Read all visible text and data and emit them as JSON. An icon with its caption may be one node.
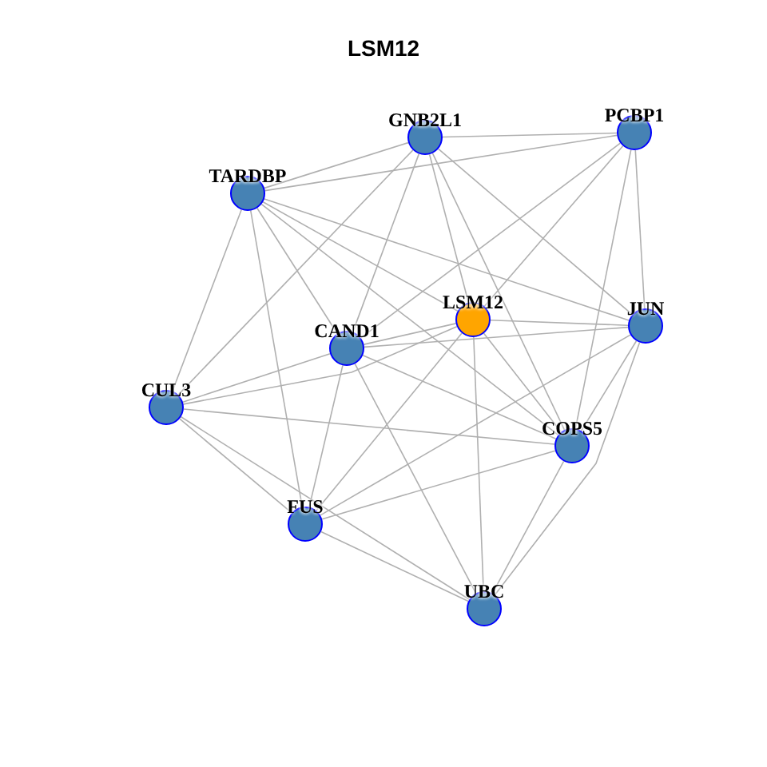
{
  "diagram": {
    "title": "LSM12",
    "nodes": [
      {
        "text": [
          "LSM12"
        ]
      },
      {
        "text": [
          "GNB2L1"
        ]
      },
      {
        "text": [
          "PCBP1"
        ]
      },
      {
        "text": [
          "TARDBP"
        ]
      },
      {
        "text": [
          "JUN"
        ]
      },
      {
        "text": [
          "CAND1"
        ]
      },
      {
        "text": [
          "CUL3"
        ]
      },
      {
        "text": [
          "COPS5"
        ]
      },
      {
        "text": [
          "FUS"
        ]
      },
      {
        "text": [
          "UBC"
        ]
      }
    ],
    "edges": [
      {
        "from": 0,
        "to": 1,
        "arrow": "none"
      },
      {
        "from": 0,
        "to": 2,
        "arrow": "none"
      },
      {
        "from": 0,
        "to": 3,
        "arrow": "none"
      },
      {
        "from": 0,
        "to": 4,
        "arrow": "none"
      },
      {
        "from": 0,
        "to": 5,
        "arrow": "none"
      },
      {
        "from": 0,
        "to": 6,
        "arrow": "none"
      },
      {
        "from": 0,
        "to": 7,
        "arrow": "none"
      },
      {
        "from": 0,
        "to": 8,
        "arrow": "none"
      },
      {
        "from": 0,
        "to": 9,
        "arrow": "none"
      },
      {
        "from": 1,
        "to": 2,
        "arrow": "none"
      },
      {
        "from": 1,
        "to": 3,
        "arrow": "none"
      },
      {
        "from": 1,
        "to": 5,
        "arrow": "none"
      },
      {
        "from": 1,
        "to": 6,
        "arrow": "none"
      },
      {
        "from": 1,
        "to": 7,
        "arrow": "none"
      },
      {
        "from": 1,
        "to": 4,
        "arrow": "none"
      },
      {
        "from": 2,
        "to": 3,
        "arrow": "none"
      },
      {
        "from": 2,
        "to": 4,
        "arrow": "none"
      },
      {
        "from": 2,
        "to": 7,
        "arrow": "none"
      },
      {
        "from": 2,
        "to": 5,
        "arrow": "none"
      },
      {
        "from": 3,
        "to": 6,
        "arrow": "none"
      },
      {
        "from": 3,
        "to": 8,
        "arrow": "none"
      },
      {
        "from": 3,
        "to": 5,
        "arrow": "none"
      },
      {
        "from": 3,
        "to": 4,
        "arrow": "none"
      },
      {
        "from": 3,
        "to": 7,
        "arrow": "none"
      },
      {
        "from": 4,
        "to": 5,
        "arrow": "none"
      },
      {
        "from": 4,
        "to": 8,
        "arrow": "none"
      },
      {
        "from": 4,
        "to": 9,
        "arrow": "none"
      },
      {
        "from": 4,
        "to": 7,
        "arrow": "none"
      },
      {
        "from": 5,
        "to": 6,
        "arrow": "none"
      },
      {
        "from": 5,
        "to": 8,
        "arrow": "none"
      },
      {
        "from": 5,
        "to": 9,
        "arrow": "none"
      },
      {
        "from": 5,
        "to": 7,
        "arrow": "none"
      },
      {
        "from": 6,
        "to": 7,
        "arrow": "none"
      },
      {
        "from": 6,
        "to": 8,
        "arrow": "none"
      },
      {
        "from": 6,
        "to": 9,
        "arrow": "none"
      },
      {
        "from": 7,
        "to": 8,
        "arrow": "none"
      },
      {
        "from": 7,
        "to": 9,
        "arrow": "none"
      },
      {
        "from": 8,
        "to": 9,
        "arrow": "none"
      }
    ]
  }
}
